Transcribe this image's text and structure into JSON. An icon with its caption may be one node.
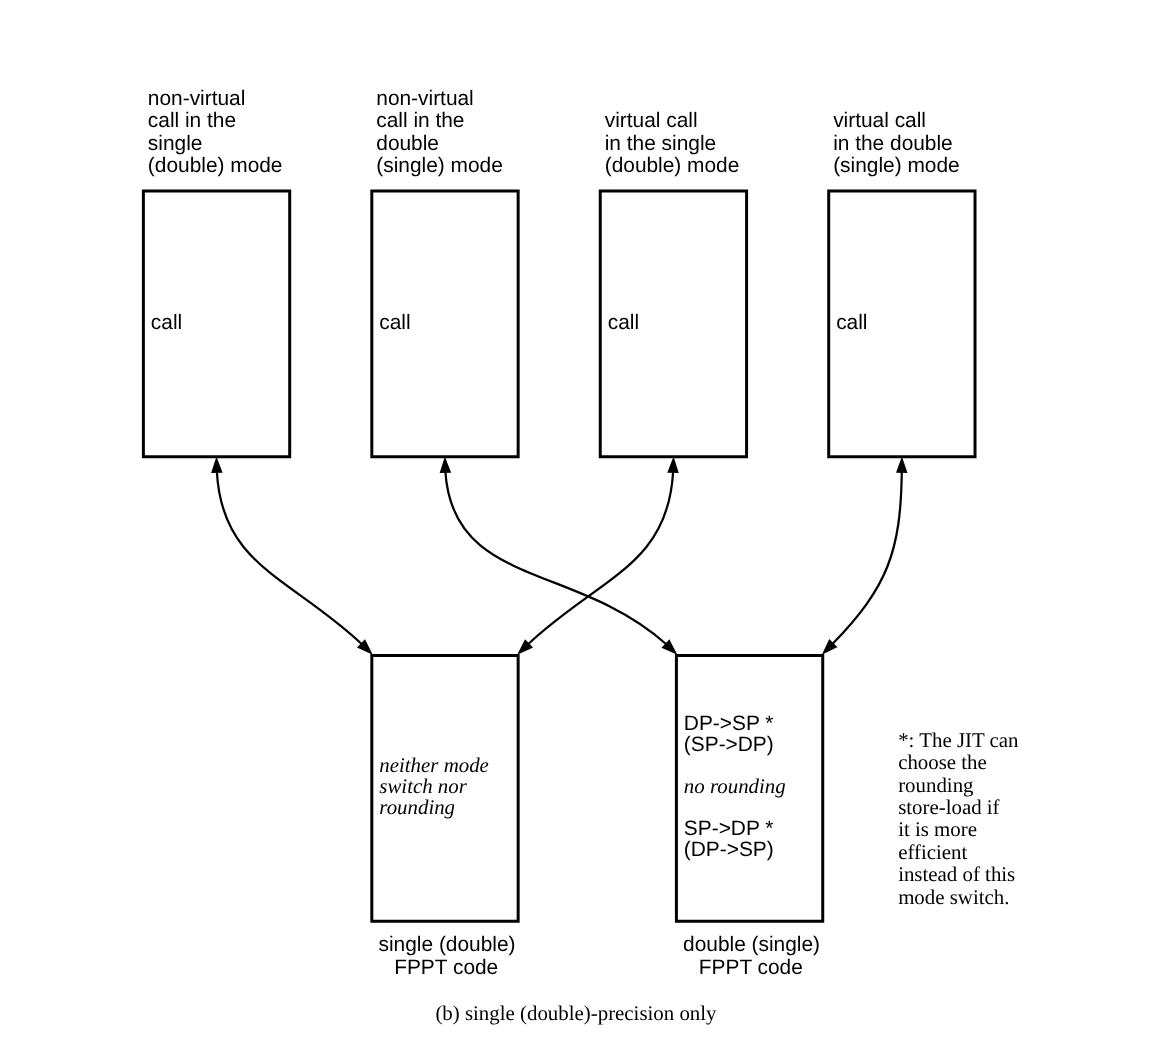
{
  "diagram": {
    "caption": "(b) single (double)-precision only",
    "nodes": [
      {
        "text": [
          "non-virtual call in the single (double) mode",
          "call"
        ]
      },
      {
        "text": [
          "non-virtual call in the double (single) mode",
          "call"
        ]
      },
      {
        "text": [
          "virtual call in the single (double) mode",
          "call"
        ]
      },
      {
        "text": [
          "virtual call in the double (single) mode",
          "call"
        ]
      },
      {
        "text": [
          "neither mode switch nor rounding",
          "single (double) FPPT code"
        ]
      },
      {
        "text": [
          "DP->SP * (SP->DP)",
          "no rounding",
          "SP->DP * (DP->SP)",
          "double (single) FPPT code"
        ]
      }
    ],
    "edges": [
      {
        "from": 0,
        "to": 4,
        "arrow": "both"
      },
      {
        "from": 1,
        "to": 5,
        "arrow": "both"
      },
      {
        "from": 2,
        "to": 4,
        "arrow": "both"
      },
      {
        "from": 3,
        "to": 5,
        "arrow": "both"
      }
    ],
    "labels": [
      "*: The JIT can choose the rounding store-load if it is more efficient instead of this mode switch."
    ]
  }
}
